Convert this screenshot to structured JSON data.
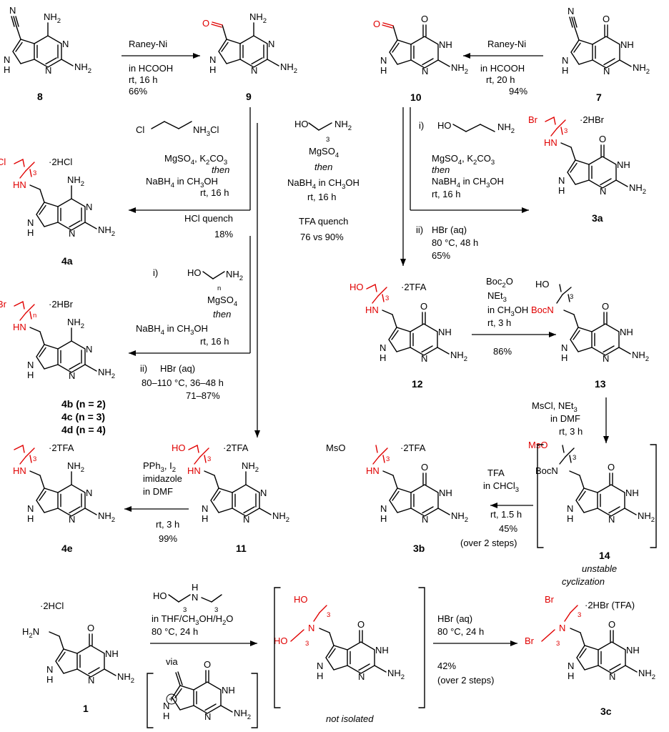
{
  "compounds": {
    "c8": "8",
    "c9": "9",
    "c10": "10",
    "c7": "7",
    "c4a": "4a",
    "c3a": "3a",
    "c12": "12",
    "c13": "13",
    "c4b": "4b",
    "c4b_suffix": " (n = 2)",
    "c4c": "4c",
    "c4c_suffix": " (n = 3)",
    "c4d": "4d",
    "c4d_suffix": " (n = 4)",
    "c4e": "4e",
    "c11": "11",
    "c3b": "3b",
    "c14": "14",
    "c1": "1",
    "c3c": "3c"
  },
  "atom_labels": {
    "nh2": "NH",
    "nh": "NH",
    "n": "N",
    "hn": "HN",
    "h": "H",
    "o": "O",
    "cl": "Cl",
    "br": "Br",
    "i": "I",
    "ho": "HO",
    "mso": "MsO",
    "bocn": "BocN",
    "h2n": "H",
    "plus": "+"
  },
  "salts": {
    "dihcl": "·2HCl",
    "dihbr": "·2HBr",
    "ditfa": "·2TFA",
    "dihbr_tfa": "·2HBr (TFA)"
  },
  "subscripts": {
    "two": "2",
    "three": "3",
    "n": "n"
  },
  "conditions": {
    "r8_9": [
      "Raney-Ni",
      "in HCOOH",
      "rt, 16 h",
      "66%"
    ],
    "r7_10": [
      "Raney-Ni",
      "in HCOOH",
      "rt, 20 h",
      "94%"
    ],
    "r9_4a": [
      "MgSO",
      "then",
      "NaBH",
      "rt, 16 h",
      "HCl quench",
      "18%"
    ],
    "r9_4a_reagent": [
      "Cl",
      "NH"
    ],
    "r9_11": [
      "MgSO",
      "then",
      "NaBH",
      "rt, 16 h",
      "TFA quench",
      "76 vs 90%"
    ],
    "r10_3a": [
      "i)",
      "MgSO",
      "then",
      "NaBH",
      "rt, 16 h"
    ],
    "r10_3a_ii": [
      "ii)",
      "HBr (aq)",
      "80 °C, 48 h",
      "65%"
    ],
    "r9_4bcd": [
      "i)",
      "MgSO",
      "then",
      "NaBH",
      "rt, 16 h",
      "ii)",
      "HBr (aq)",
      "80–110 °C, 36–48 h",
      "71–87%"
    ],
    "r12_13": [
      "Boc",
      "NEt",
      "in CH",
      "OH",
      "rt, 3 h",
      "86%"
    ],
    "r13_14": [
      "MsCl, NEt",
      "in DMF",
      "rt, 3 h"
    ],
    "r11_4e": [
      "PPh",
      ", I",
      "imidazole",
      "in DMF",
      "rt, 3 h",
      "99%"
    ],
    "r14_3b": [
      "TFA",
      "in CHCl",
      "rt, 1.5 h",
      "45%",
      "(over 2 steps)"
    ],
    "r1_int": [
      "in THF/CH",
      "OH/H",
      "O",
      "80 °C, 24 h",
      "via"
    ],
    "rint_3c": [
      "HBr (aq)",
      "80 °C, 24 h",
      "42%",
      "(over 2 steps)"
    ],
    "k2co3": ", K",
    "co3": "CO",
    "mgso4_suffix": "4",
    "nabh4_tail": " in CH",
    "oh": "OH"
  },
  "notes": {
    "unstable": "unstable",
    "cyclization": "cyclization",
    "not_isolated": "not isolated"
  }
}
